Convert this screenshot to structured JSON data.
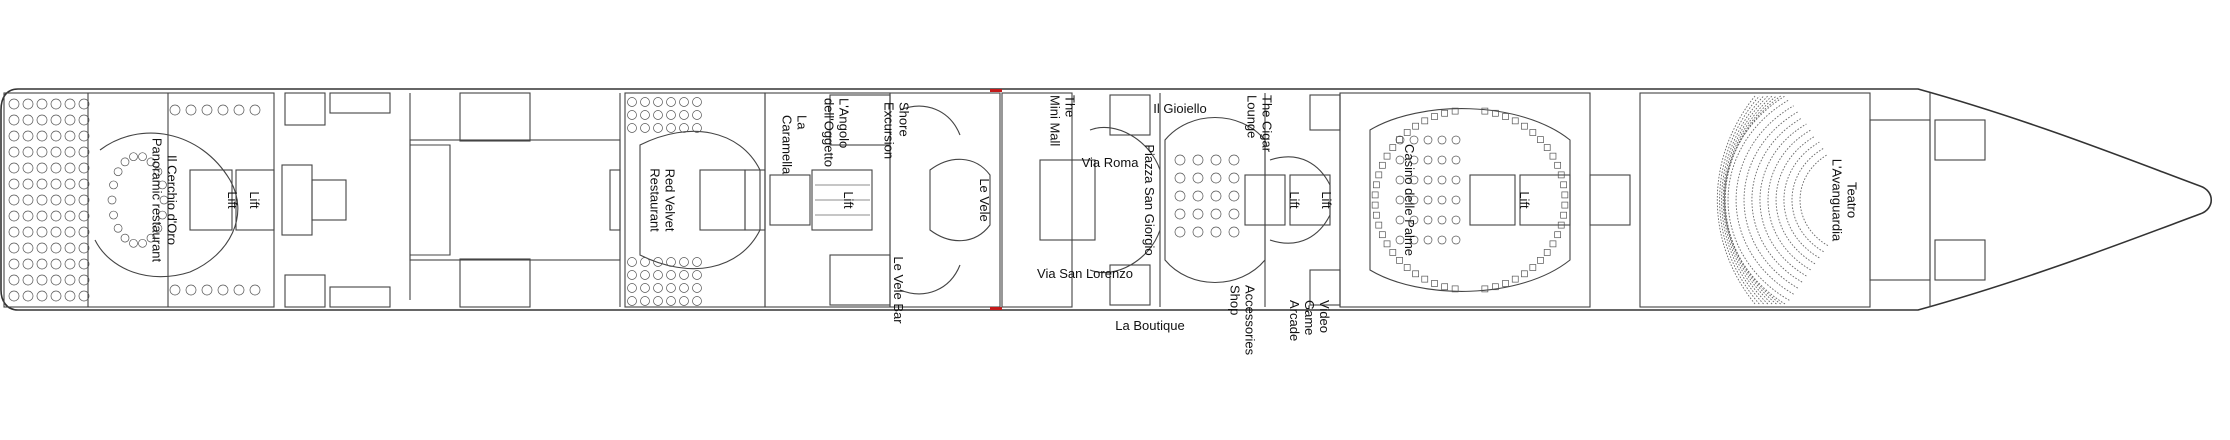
{
  "deck_plan": {
    "labels": {
      "panoramic": "Il Cerchio d'Oro\nPanoramic restaurant",
      "lift_aft_1": "Lift",
      "lift_aft_2": "Lift",
      "red_velvet": "Red Velvet\nRestaurant",
      "la_caramella": "La\nCaramella",
      "angolo": "L'Angolo\ndell'Oggetto",
      "shore_excursion": "Shore\nExcursion",
      "lift_mid": "Lift",
      "le_vele": "Le Vele",
      "le_vele_bar": "Le Vele Bar",
      "mini_mall": "The\nMini Mall",
      "il_gioiello": "Il Gioiello",
      "cigar_lounge": "The Cigar\nLounge",
      "via_roma": "Via Roma",
      "piazza": "Piazza San Giorgio",
      "via_san_lorenzo": "Via San Lorenzo",
      "la_boutique": "La Boutique",
      "accessories": "Accessories\nShop",
      "video_games": "Video\nGame\nArcade",
      "lift_fwd_1": "Lift",
      "lift_fwd_2": "Lift",
      "casino": "Casino delle Palme",
      "lift_fwd_3": "Lift",
      "teatro": "Teatro\nL'Avanguardia"
    },
    "colors": {
      "hull_stroke": "#333333",
      "door_marker": "#c41a1a",
      "text": "#111111"
    }
  }
}
